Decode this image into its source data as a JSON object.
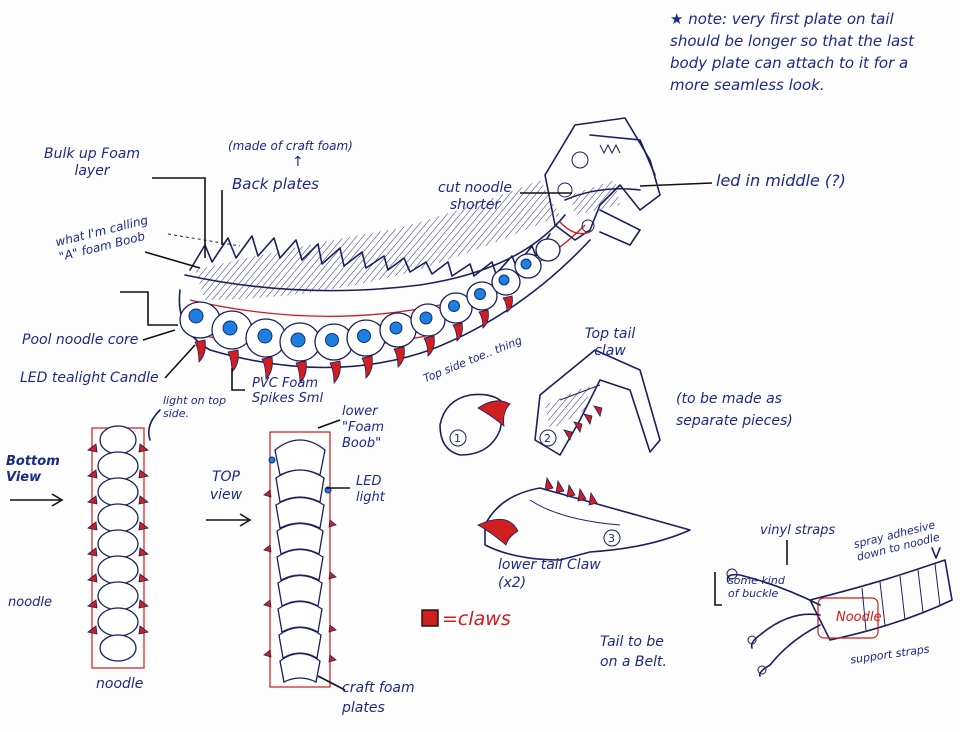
{
  "colors": {
    "ink": "#1a2a8a",
    "claw_red": "#d21a1a",
    "led_blue": "#1e7fe0",
    "paper": "#fdfdfd"
  },
  "labels": {
    "note": "★ note: very first plate on tail should be longer so that the last body plate can attach to it for a more seamless look.",
    "bulk_up": "Bulk up Foam layer",
    "made_of": "(made of craft foam)",
    "arrow_up": "↑",
    "back_plates": "Back plates",
    "cut_noodle": "cut noodle shorter",
    "led_middle": "led in middle (?)",
    "foam_boob": "what I'm calling \"A\" foam Boob",
    "pool_noodle": "Pool noodle core",
    "led_tealight": "LED tealight Candle",
    "pvc_spikes": "PVC Foam Spikes Sml",
    "top_side_toe": "Top side toe.. thing",
    "top_tail_claw": "Top tail claw",
    "separate_pieces": "(to be made as separate pieces)",
    "light_on_top": "light on top side.",
    "bottom_view": "Bottom View",
    "top_view": "TOP view",
    "lower_foam_boob": "lower \"Foam Boob\"",
    "led_light": "LED light",
    "lower_tail_claw": "lower tail Claw (x2)",
    "vinyl_straps": "vinyl straps",
    "spray_adhesive": "spray adhesive down to noodle",
    "some_kind_buckle": "some kind of buckle",
    "noodle_strap": "Noodle",
    "support_straps": "support straps",
    "noodle_left": "noodle",
    "noodle_bottom": "noodle",
    "claws_legend": "=claws",
    "craft_foam_plates": "craft foam plates",
    "tail_belt": "Tail to be on a Belt.",
    "num_1": "1",
    "num_2": "2",
    "num_3": "3"
  }
}
